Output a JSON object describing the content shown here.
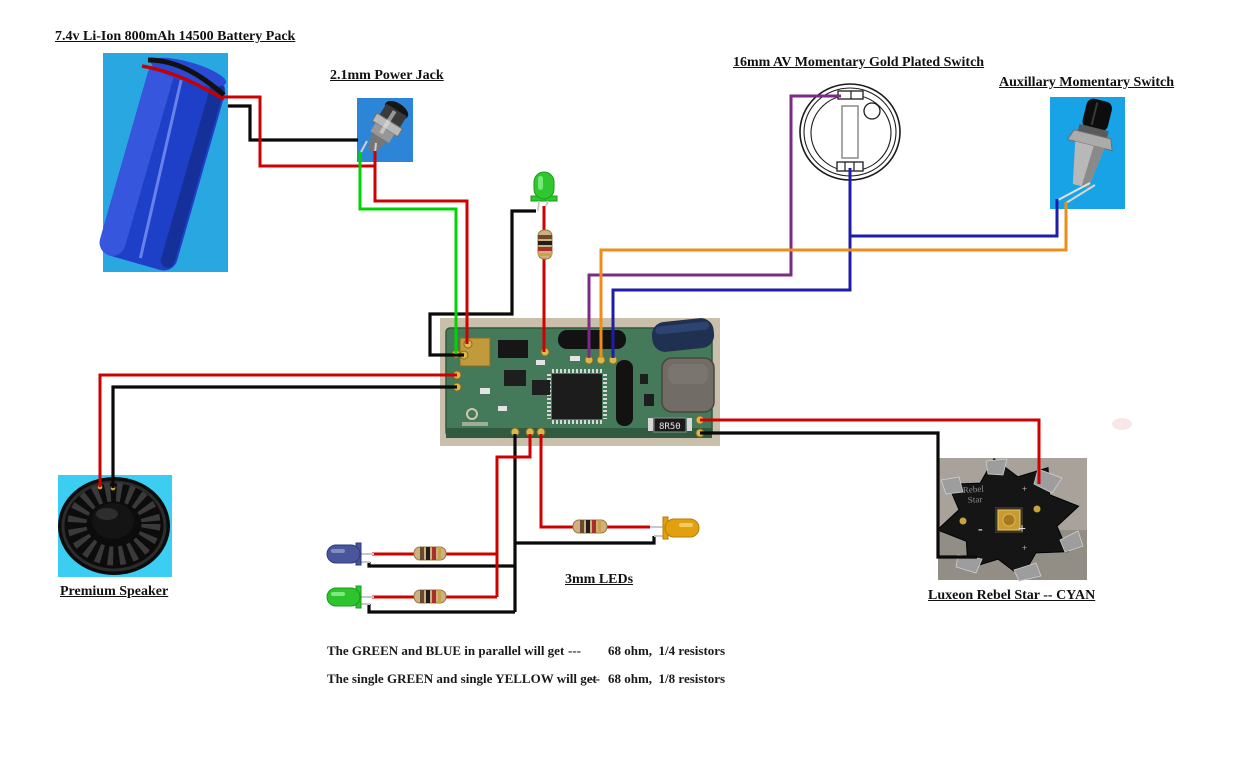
{
  "labels": {
    "battery": "7.4v Li-Ion 800mAh 14500 Battery Pack",
    "power_jack": "2.1mm Power Jack",
    "av_switch": "16mm AV Momentary Gold Plated Switch",
    "aux_switch": "Auxillary Momentary Switch",
    "speaker": "Premium Speaker",
    "luxeon": "Luxeon Rebel Star -- CYAN",
    "leds": "3mm LEDs"
  },
  "notes": [
    {
      "text": "The GREEN and BLUE in parallel will get",
      "dashes": "---",
      "value": "68 ohm,  1/4 resistors"
    },
    {
      "text": "The single GREEN and single YELLOW will get",
      "dashes": "---",
      "value": "68 ohm,  1/8 resistors"
    }
  ],
  "pcb": {
    "resistor_marking": "8R50"
  },
  "luxeon_board": {
    "brand_line1": "Rebel",
    "brand_line2": "Star",
    "minus_mark": "-",
    "plus_mark": "+",
    "corner_mark": "+"
  },
  "wire_colors": {
    "black": "#0a0a0a",
    "red": "#cf0000",
    "green": "#00d400",
    "purple": "#7b2a85",
    "navy": "#1d1daa",
    "orange": "#ef8c1a"
  }
}
